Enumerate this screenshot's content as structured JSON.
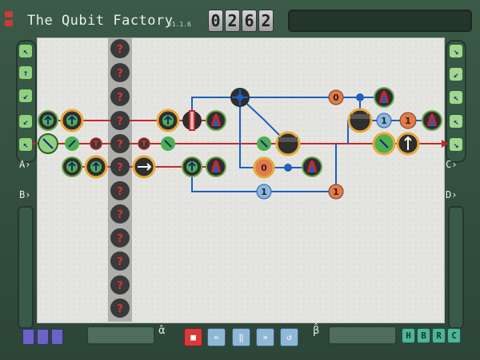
{
  "header": {
    "title": "The Qubit Factory",
    "version": "v1.1.6",
    "counter_digits": [
      "0",
      "2",
      "6",
      "2"
    ]
  },
  "ports": {
    "left": [
      "A",
      "B"
    ],
    "right": [
      "C",
      "D"
    ],
    "arrow": "›"
  },
  "controls": {
    "alpha": "α̂",
    "beta": "β̂",
    "stop_icon": "stop-icon",
    "rewind_icon": "rewind-icon",
    "pause_icon": "pause-icon",
    "forward_icon": "fast-forward-icon",
    "reset_icon": "reset-icon"
  },
  "bases": [
    "H",
    "B",
    "R",
    "C"
  ],
  "mystery_label": "?",
  "gate_labels": {
    "zero": "0",
    "one": "1"
  },
  "colors": {
    "wire_red": "#c62828",
    "wire_blue": "#1f5fbf",
    "board": "#e4e4e1",
    "frame": "#2f4a3c",
    "orange_gate": "#e07b4b",
    "green_tile": "#8fd07e",
    "teal_button": "#4fb49a"
  }
}
